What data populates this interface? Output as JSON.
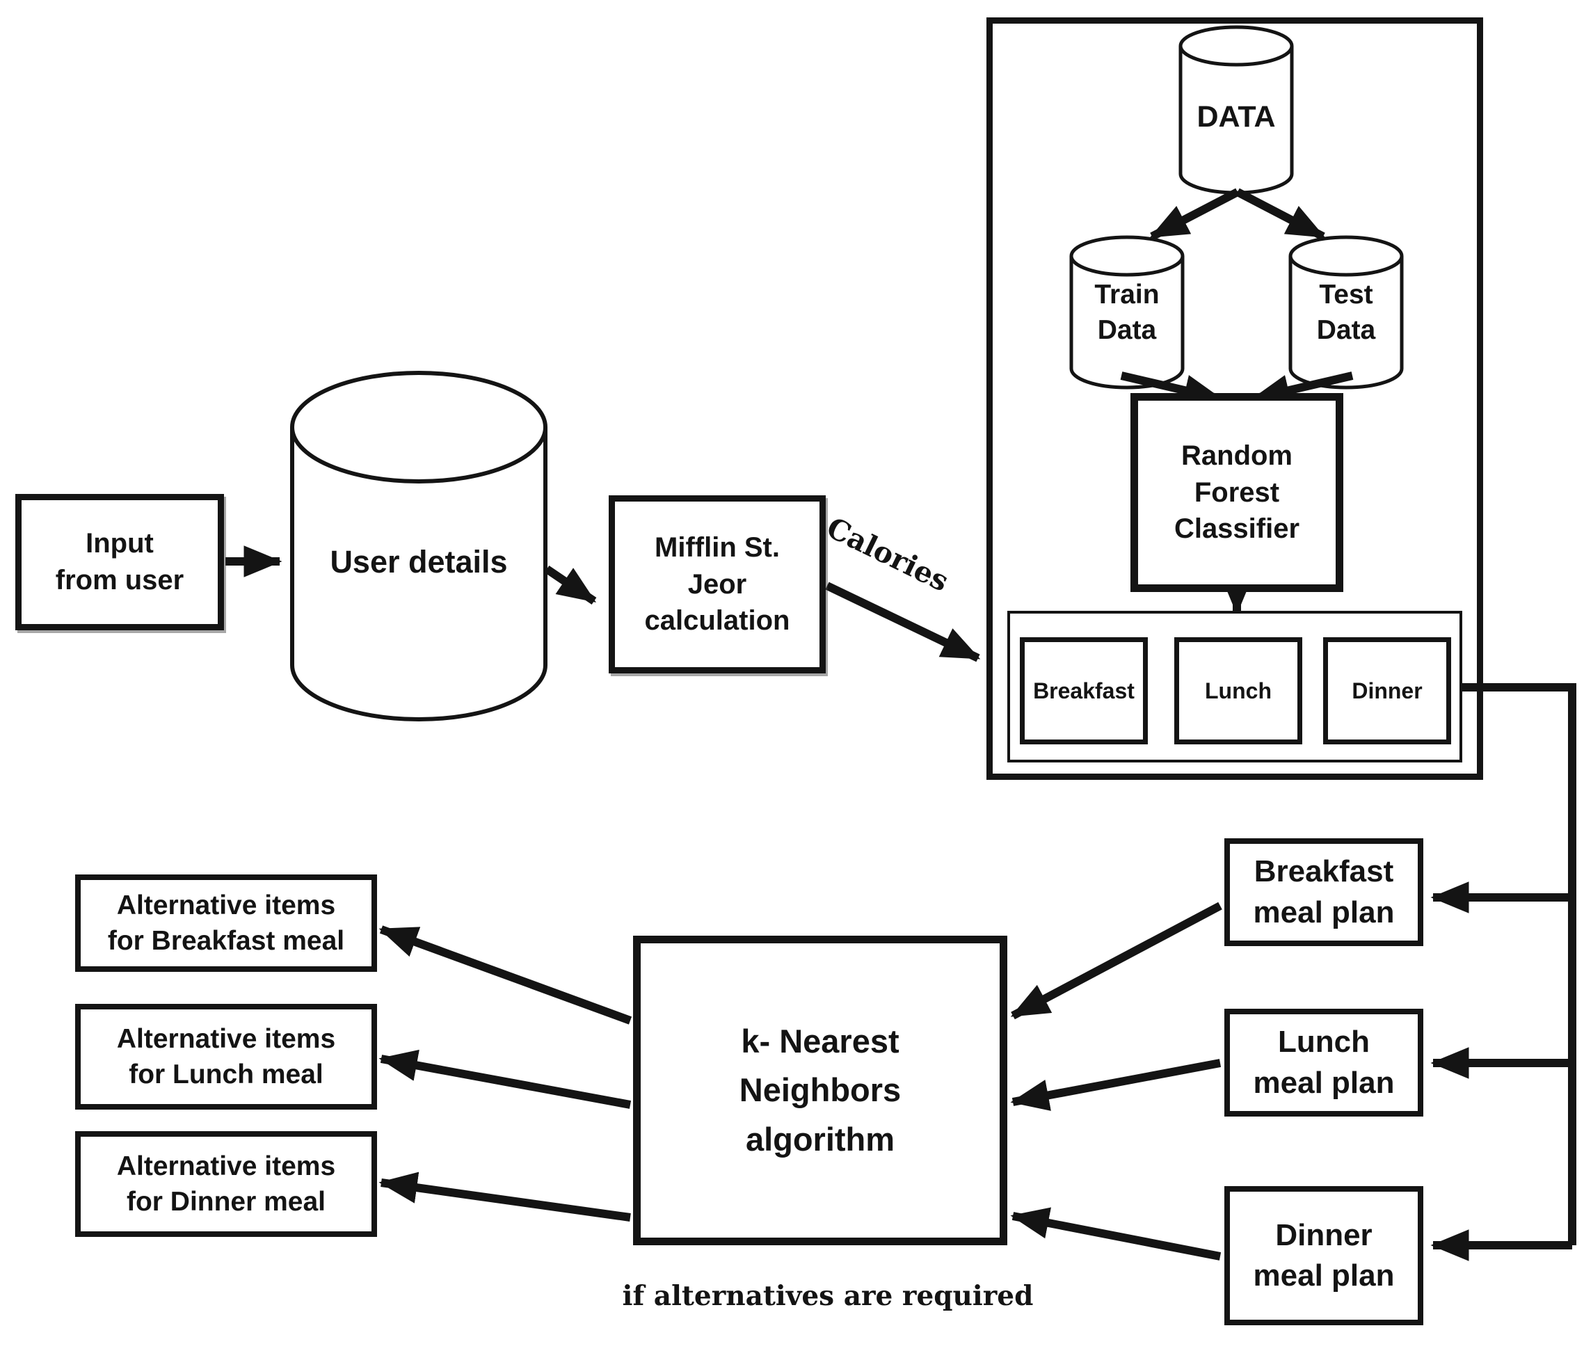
{
  "figure": {
    "type": "flowchart",
    "background": "#ffffff",
    "ink_color": "#141414"
  },
  "nodes": {
    "input_from_user": {
      "lines": [
        "Input",
        "from user"
      ]
    },
    "user_details": {
      "label": "User details"
    },
    "mifflin": {
      "lines": [
        "Mifflin St.",
        "Jeor",
        "calculation"
      ]
    },
    "data_store": {
      "label": "DATA"
    },
    "train_data": {
      "lines": [
        "Train",
        "Data"
      ]
    },
    "test_data": {
      "lines": [
        "Test",
        "Data"
      ]
    },
    "random_forest": {
      "lines": [
        "Random",
        "Forest",
        "Classifier"
      ]
    },
    "meal_breakfast": {
      "label": "Breakfast"
    },
    "meal_lunch": {
      "label": "Lunch"
    },
    "meal_dinner": {
      "label": "Dinner"
    },
    "breakfast_plan": {
      "lines": [
        "Breakfast",
        "meal plan"
      ]
    },
    "lunch_plan": {
      "lines": [
        "Lunch",
        "meal plan"
      ]
    },
    "dinner_plan": {
      "lines": [
        "Dinner",
        "meal plan"
      ]
    },
    "knn": {
      "lines": [
        "k- Nearest",
        "Neighbors",
        "algorithm"
      ]
    },
    "alt_breakfast": {
      "lines": [
        "Alternative items",
        "for Breakfast meal"
      ]
    },
    "alt_lunch": {
      "lines": [
        "Alternative items",
        "for Lunch meal"
      ]
    },
    "alt_dinner": {
      "lines": [
        "Alternative items",
        "for Dinner meal"
      ]
    }
  },
  "edge_labels": {
    "calories": "Calories",
    "knn_condition": "if alternatives are required"
  }
}
